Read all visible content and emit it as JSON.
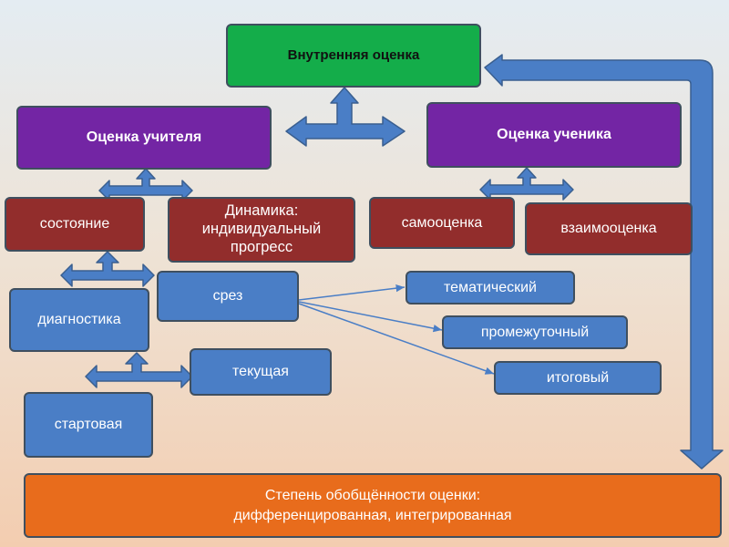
{
  "nodes": {
    "internal": "Внутренняя оценка",
    "teacher": "Оценка учителя",
    "student": "Оценка ученика",
    "state": "состояние",
    "dynamics": "Динамика: индивидуальный прогресс",
    "self_assessment": "самооценка",
    "mutual_assessment": "взаимооценка",
    "diagnostics": "диагностика",
    "slice": "срез",
    "thematic": "тематический",
    "intermediate": "промежуточный",
    "final": "итоговый",
    "current": "текущая",
    "starting": "стартовая",
    "generality_line1": "Степень обобщённости оценки:",
    "generality_line2": "дифференцированная, интегрированная"
  },
  "colors": {
    "arrow_fill": "#4a7ec6",
    "arrow_stroke": "#3a5f8f",
    "green": "#14ad4a",
    "purple": "#7325a4",
    "red": "#922d2c",
    "blue": "#4a7ec6",
    "orange": "#e86c1c"
  }
}
